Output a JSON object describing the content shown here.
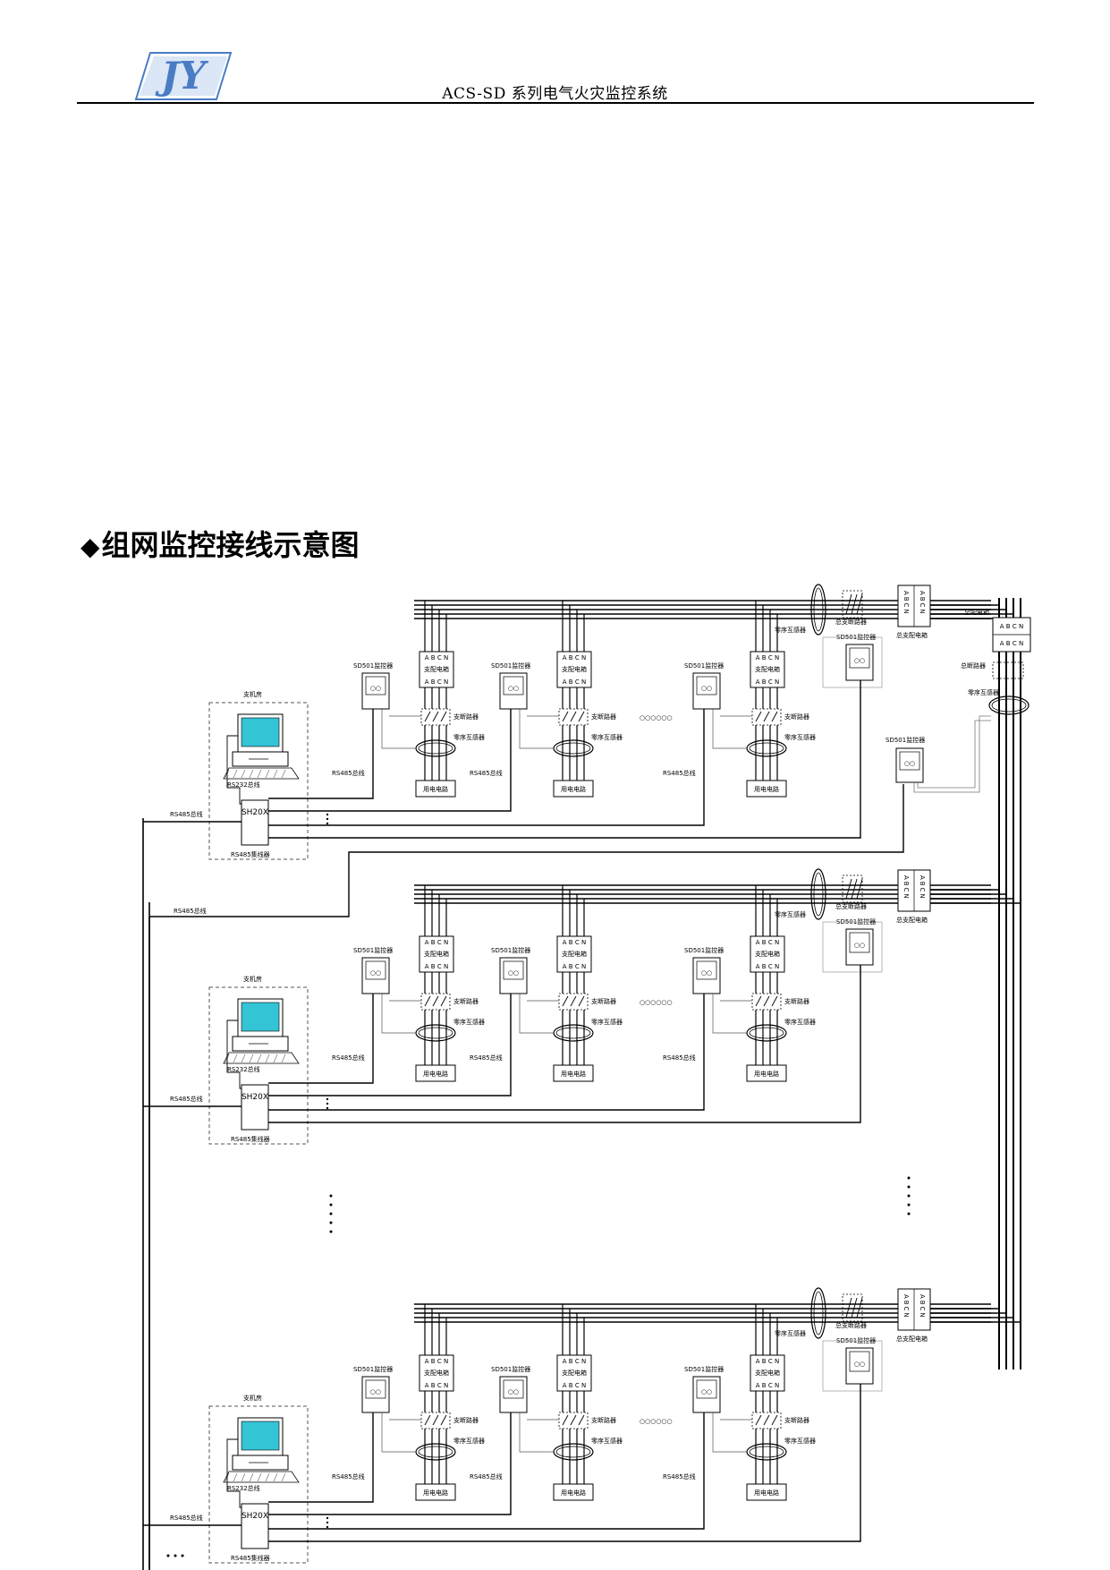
{
  "header": {
    "title": "ACS-SD 系列电气火灾监控系统",
    "logo_text": "JY",
    "logo_color": "#4a7cc4"
  },
  "section": {
    "marker": "◆",
    "title": "组网监控接线示意图"
  },
  "diagram": {
    "labels": {
      "room": "支机房",
      "rs232": "RS232总线",
      "hub": "SH20X",
      "hub_caption": "RS485集线器",
      "rs485": "RS485总线",
      "monitor": "SD501监控器",
      "phase": "A B C N",
      "branch_box": "支配电箱",
      "breaker": "支断路器",
      "ct": "零序互感器",
      "load": "用电电路",
      "main_breaker": "总支断路器",
      "main_box": "总支配电箱",
      "main_ct": "零序互感器",
      "main_panel": "总配电箱",
      "master_breaker": "总断路器",
      "phase_v": "ABCN",
      "monitor_screen": "○○",
      "more": "○○○○○○"
    },
    "colors": {
      "screen": "#33c4d6"
    }
  }
}
